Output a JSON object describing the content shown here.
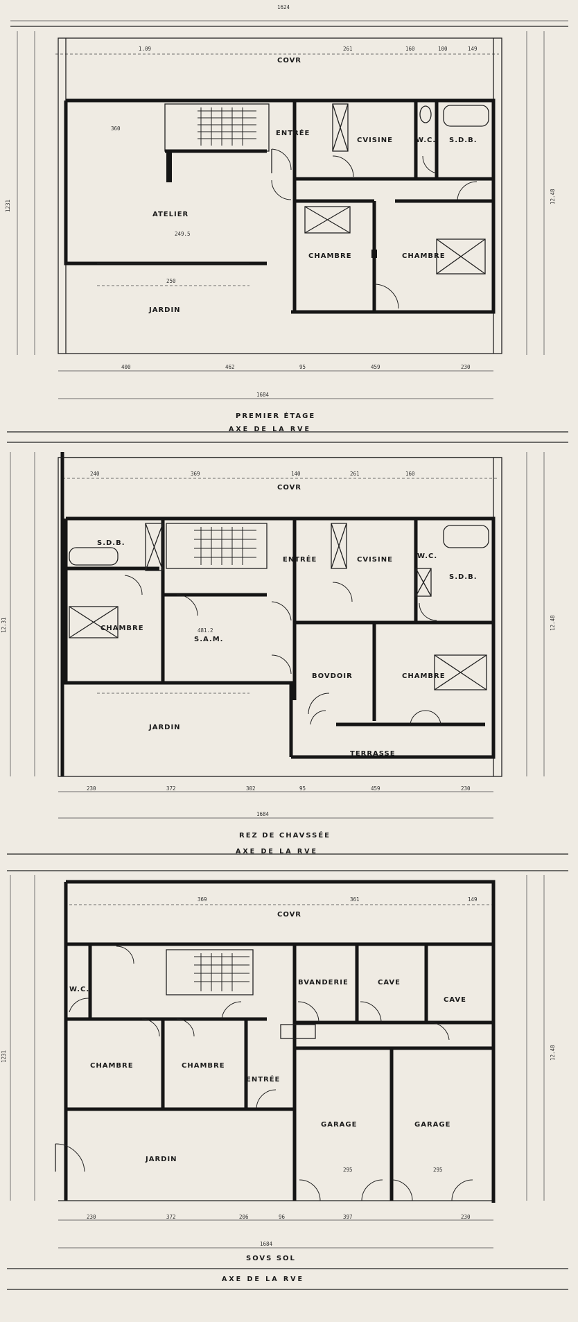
{
  "plans": [
    {
      "title": "PREMIER ÉTAGE",
      "axis": "AXE DE LA RVE",
      "rooms": {
        "cour": "COVR",
        "atelier": "ATELIER",
        "entree": "ENTRÉE",
        "cuisine": "CVISINE",
        "wc": "W.C.",
        "sdb": "S.D.B.",
        "chambre1": "CHAMBRE",
        "chambre2": "CHAMBRE",
        "jardin": "JARDIN"
      },
      "dims": {
        "overall_top": "1624",
        "overall_bottom": "1684",
        "top_1": "1.09",
        "top_2": "261",
        "top_3": "160",
        "top_4": "100",
        "top_5": "149",
        "height_left": "1231",
        "height_right": "12.48",
        "b1": "400",
        "b2": "462",
        "b3": "95",
        "b4": "459",
        "b5": "230",
        "atelier_w": "249.5",
        "atelier_top": "360",
        "jardin_w": "250"
      }
    },
    {
      "title": "REZ DE CHAVSSÉE",
      "axis": "AXE DE LA RVE",
      "rooms": {
        "cour": "COVR",
        "sdb_left": "S.D.B.",
        "chambre_left": "CHAMBRE",
        "sam": "S.A.M.",
        "entree": "ENTRÉE",
        "cuisine": "CVISINE",
        "wc": "W.C.",
        "sdb_right": "S.D.B.",
        "boudoir": "BOVDOIR",
        "chambre_right": "CHAMBRE",
        "terrasse": "TERRASSE",
        "jardin": "JARDIN"
      },
      "dims": {
        "overall_bottom": "1684",
        "top_1": "240",
        "top_2": "369",
        "top_3": "140",
        "top_4": "261",
        "top_5": "160",
        "height_left": "12.31",
        "height_right": "12.48",
        "b1": "230",
        "b2": "372",
        "b3": "302",
        "b4": "95",
        "b5": "459",
        "b6": "230",
        "sam_w": "481.2"
      }
    },
    {
      "title": "SOVS SOL",
      "axis": "AXE DE LA RVE",
      "rooms": {
        "cour": "COVR",
        "wc": "W.C.",
        "chambre1": "CHAMBRE",
        "chambre2": "CHAMBRE",
        "entree": "ENTRÉE",
        "buanderie": "BVANDERIE",
        "cave1": "CAVE",
        "cave2": "CAVE",
        "garage1": "GARAGE",
        "garage2": "GARAGE",
        "jardin": "JARDIN"
      },
      "dims": {
        "overall_bottom": "1684",
        "top_1": "369",
        "top_2": "361",
        "top_3": "149",
        "height_left": "1231",
        "height_right": "12.48",
        "b1": "230",
        "b2": "372",
        "b3": "206",
        "b4": "96",
        "b5": "397",
        "b6": "230",
        "garage_w1": "295",
        "garage_w2": "295"
      }
    }
  ]
}
